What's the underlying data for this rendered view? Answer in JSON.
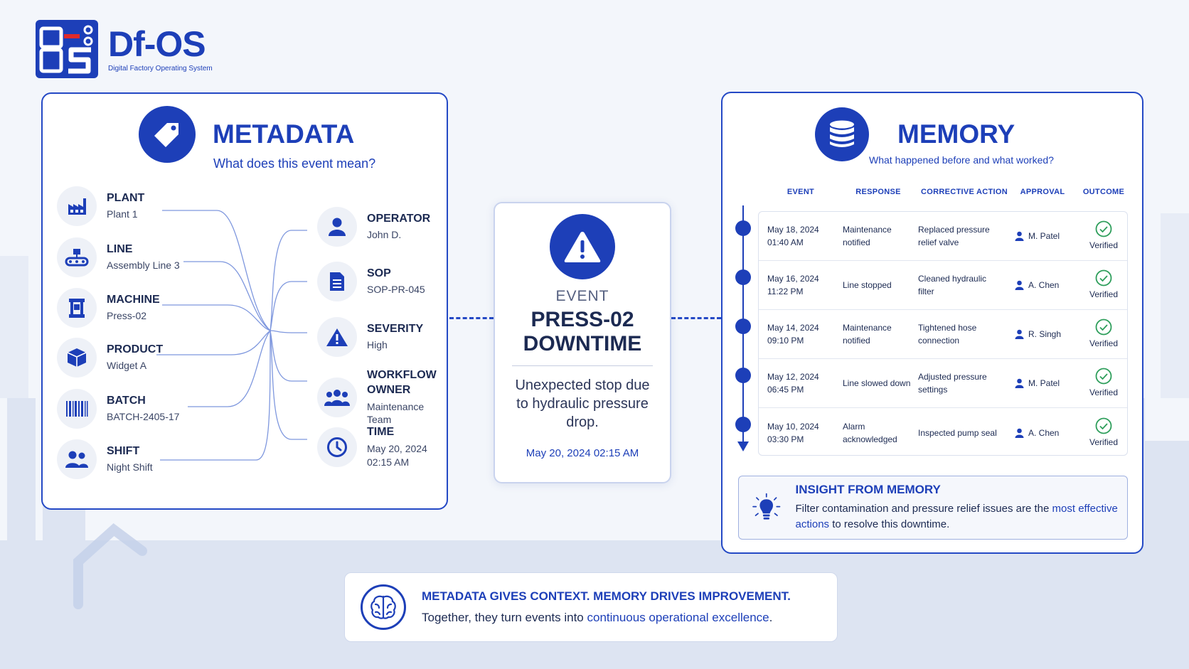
{
  "brand": {
    "name": "Df-OS",
    "tagline": "Digital Factory Operating System",
    "colors": {
      "primary": "#1d3fb8",
      "accent": "#e02a2a",
      "success": "#2e9e5b"
    }
  },
  "metadata": {
    "title": "METADATA",
    "subtitle": "What does this event mean?",
    "icon": "tag-icon",
    "left_items": [
      {
        "label": "PLANT",
        "value": "Plant 1",
        "icon": "factory-icon"
      },
      {
        "label": "LINE",
        "value": "Assembly Line 3",
        "icon": "conveyor-icon"
      },
      {
        "label": "MACHINE",
        "value": "Press-02",
        "icon": "press-icon"
      },
      {
        "label": "PRODUCT",
        "value": "Widget A",
        "icon": "box-icon"
      },
      {
        "label": "BATCH",
        "value": "BATCH-2405-17",
        "icon": "barcode-icon"
      },
      {
        "label": "SHIFT",
        "value": "Night Shift",
        "icon": "people-icon"
      }
    ],
    "right_items": [
      {
        "label": "OPERATOR",
        "value": "John D.",
        "icon": "user-icon"
      },
      {
        "label": "SOP",
        "value": "SOP-PR-045",
        "icon": "document-icon"
      },
      {
        "label": "SEVERITY",
        "value": "High",
        "icon": "warning-icon"
      },
      {
        "label": "WORKFLOW OWNER",
        "value": "Maintenance Team",
        "icon": "team-icon"
      },
      {
        "label": "TIME",
        "value": "May 20, 2024 02:15 AM",
        "icon": "clock-icon"
      }
    ]
  },
  "event": {
    "kicker": "EVENT",
    "title": "PRESS-02 DOWNTIME",
    "description": "Unexpected stop due to hydraulic pressure drop.",
    "timestamp": "May 20, 2024 02:15 AM",
    "icon": "alert-triangle-icon"
  },
  "memory": {
    "title": "MEMORY",
    "subtitle": "What happened before and what worked?",
    "icon": "database-icon",
    "columns": [
      "EVENT",
      "RESPONSE",
      "CORRECTIVE ACTION",
      "APPROVAL",
      "OUTCOME"
    ],
    "rows": [
      {
        "date": "May 18, 2024",
        "time": "01:40 AM",
        "response": "Maintenance notified",
        "action": "Replaced pressure relief valve",
        "approver": "M. Patel",
        "outcome": "Verified"
      },
      {
        "date": "May 16, 2024",
        "time": "11:22 PM",
        "response": "Line stopped",
        "action": "Cleaned hydraulic filter",
        "approver": "A. Chen",
        "outcome": "Verified"
      },
      {
        "date": "May 14, 2024",
        "time": "09:10 PM",
        "response": "Maintenance notified",
        "action": "Tightened hose connection",
        "approver": "R. Singh",
        "outcome": "Verified"
      },
      {
        "date": "May 12, 2024",
        "time": "06:45 PM",
        "response": "Line slowed down",
        "action": "Adjusted pressure settings",
        "approver": "M. Patel",
        "outcome": "Verified"
      },
      {
        "date": "May 10, 2024",
        "time": "03:30 PM",
        "response": "Alarm acknowledged",
        "action": "Inspected pump seal",
        "approver": "A. Chen",
        "outcome": "Verified"
      }
    ],
    "insight": {
      "title": "INSIGHT FROM MEMORY",
      "text_before": "Filter contamination and pressure relief issues are the ",
      "highlight": "most effective actions",
      "text_after": " to resolve this downtime.",
      "icon": "lightbulb-icon"
    }
  },
  "footer": {
    "title": "METADATA GIVES CONTEXT. MEMORY DRIVES IMPROVEMENT.",
    "text_before": "Together, they turn events into ",
    "highlight": "continuous operational excellence",
    "text_after": ".",
    "icon": "brain-icon"
  }
}
